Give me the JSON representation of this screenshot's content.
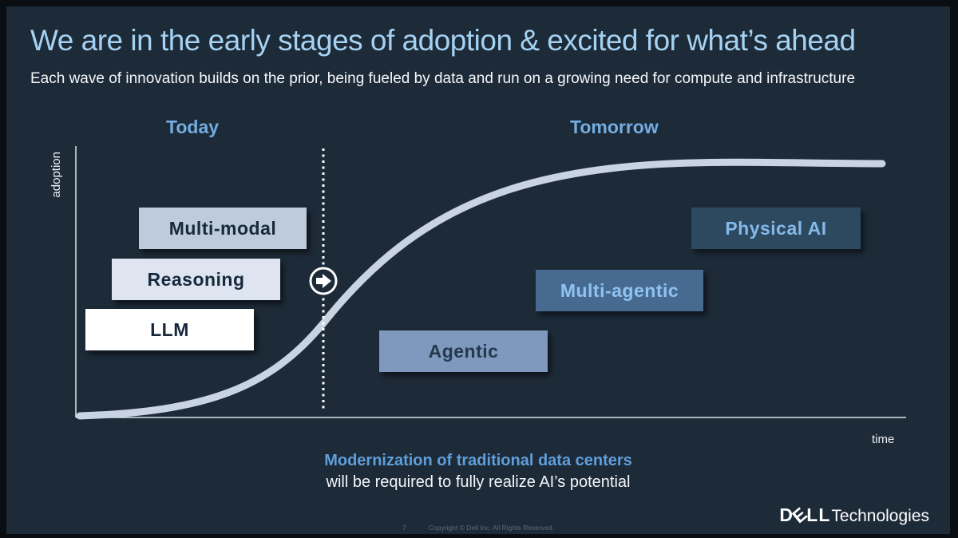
{
  "slide": {
    "title": "We are in the early stages of adoption & excited for what’s ahead",
    "subtitle": "Each wave of innovation builds on the prior, being fueled by data and run on a growing need for compute and infrastructure"
  },
  "eras": {
    "today": "Today",
    "tomorrow": "Tomorrow"
  },
  "axes": {
    "y_label": "adoption",
    "x_label": "time"
  },
  "milestones": [
    {
      "id": "multi-modal",
      "label": "Multi-modal",
      "era": "today"
    },
    {
      "id": "reasoning",
      "label": "Reasoning",
      "era": "today"
    },
    {
      "id": "llm",
      "label": "LLM",
      "era": "today"
    },
    {
      "id": "agentic",
      "label": "Agentic",
      "era": "tomorrow"
    },
    {
      "id": "multi-agentic",
      "label": "Multi-agentic",
      "era": "tomorrow"
    },
    {
      "id": "physical-ai",
      "label": "Physical AI",
      "era": "tomorrow"
    }
  ],
  "callout": {
    "line1": "Modernization of traditional data centers",
    "line2": "will be required to fully realize AI’s potential"
  },
  "footer": {
    "page_number": "7",
    "copyright": "Copyright © Dell Inc. All Rights Reserved.",
    "brand_d": "D",
    "brand_e": "E",
    "brand_ll": "LL",
    "brand_suffix": "Technologies"
  },
  "colors": {
    "slide_background": "#1d2a38",
    "outer_border": "#0a0e13",
    "title_blue": "#a5d2f2",
    "era_blue": "#73ade1",
    "callout_blue": "#5f9fdb",
    "curve": "#c9d4e3",
    "axis": "#dfe6ee",
    "box_multi_modal": "#becbdc",
    "box_reasoning": "#dee5f0",
    "box_llm": "#ffffff",
    "box_agentic": "#7e99bd",
    "box_multi_agentic": "#476a91",
    "box_physical_ai": "#2d4960",
    "box_dark_text": "#17293d",
    "box_light_text": "#8fc3f2"
  },
  "chart_data": {
    "type": "line",
    "title": "AI adoption S-curve (conceptual)",
    "xlabel": "time",
    "ylabel": "adoption",
    "grid": false,
    "legend": false,
    "x_range_labels": [
      "Today",
      "Tomorrow"
    ],
    "series": [
      {
        "name": "adoption",
        "x": [
          0,
          0.08,
          0.16,
          0.24,
          0.3,
          0.38,
          0.46,
          0.54,
          0.62,
          0.72,
          0.85,
          1.0
        ],
        "y": [
          0.02,
          0.03,
          0.06,
          0.12,
          0.22,
          0.42,
          0.65,
          0.8,
          0.88,
          0.93,
          0.95,
          0.95
        ]
      }
    ],
    "divider": {
      "x": 0.3,
      "style": "dotted",
      "separates": [
        "Today",
        "Tomorrow"
      ],
      "marker": "right-arrow-circle"
    },
    "annotations": [
      {
        "label": "LLM",
        "era": "Today",
        "x": 0.1,
        "y": 0.28
      },
      {
        "label": "Reasoning",
        "era": "Today",
        "x": 0.13,
        "y": 0.46
      },
      {
        "label": "Multi-modal",
        "era": "Today",
        "x": 0.17,
        "y": 0.65
      },
      {
        "label": "Agentic",
        "era": "Tomorrow",
        "x": 0.46,
        "y": 0.2
      },
      {
        "label": "Multi-agentic",
        "era": "Tomorrow",
        "x": 0.65,
        "y": 0.42
      },
      {
        "label": "Physical AI",
        "era": "Tomorrow",
        "x": 0.84,
        "y": 0.65
      }
    ]
  }
}
